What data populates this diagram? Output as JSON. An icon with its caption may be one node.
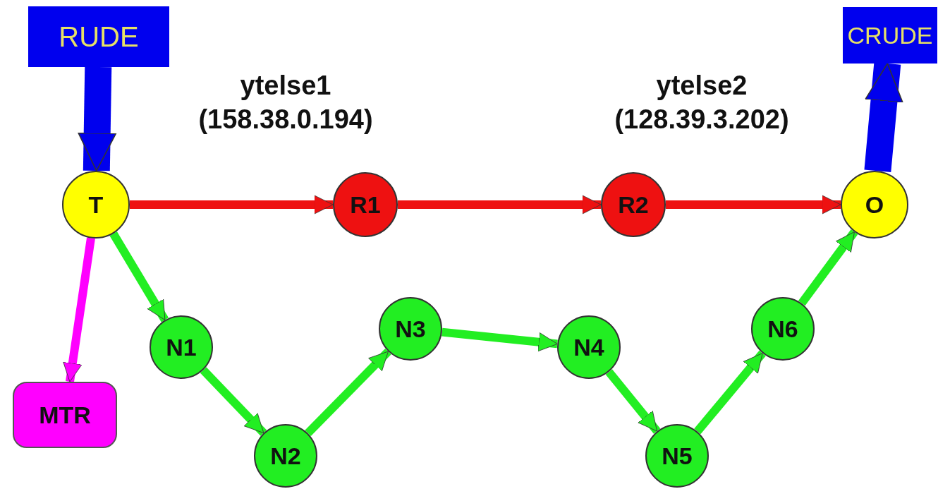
{
  "diagram": {
    "nodes": [
      {
        "text": [
          "RUDE"
        ]
      },
      {
        "text": [
          "CRUDE"
        ]
      },
      {
        "text": [
          "T"
        ]
      },
      {
        "text": [
          "R1"
        ]
      },
      {
        "text": [
          "R2"
        ]
      },
      {
        "text": [
          "O"
        ]
      },
      {
        "text": [
          "MTR"
        ]
      },
      {
        "text": [
          "N1"
        ]
      },
      {
        "text": [
          "N2"
        ]
      },
      {
        "text": [
          "N3"
        ]
      },
      {
        "text": [
          "N4"
        ]
      },
      {
        "text": [
          "N5"
        ]
      },
      {
        "text": [
          "N6"
        ]
      }
    ],
    "edges": [
      {
        "from": 0,
        "to": 2,
        "arrow": "to",
        "style": "thick",
        "color": "#0000ee"
      },
      {
        "from": 5,
        "to": 1,
        "arrow": "to",
        "style": "thick",
        "color": "#0000ee"
      },
      {
        "from": 2,
        "to": 3,
        "arrow": "to",
        "color": "#ee1111"
      },
      {
        "from": 3,
        "to": 4,
        "arrow": "to",
        "color": "#ee1111"
      },
      {
        "from": 4,
        "to": 5,
        "arrow": "to",
        "color": "#ee1111"
      },
      {
        "from": 2,
        "to": 6,
        "arrow": "to",
        "color": "#ff00ff"
      },
      {
        "from": 2,
        "to": 7,
        "arrow": "to"
      },
      {
        "from": 7,
        "to": 8,
        "arrow": "to"
      },
      {
        "from": 8,
        "to": 9,
        "arrow": "to"
      },
      {
        "from": 9,
        "to": 10,
        "arrow": "to"
      },
      {
        "from": 10,
        "to": 11,
        "arrow": "to"
      },
      {
        "from": 11,
        "to": 12,
        "arrow": "to"
      },
      {
        "from": 12,
        "to": 5,
        "arrow": "to"
      }
    ],
    "labels": [
      "ytelse1",
      "(158.38.0.194)",
      "ytelse2",
      "(128.39.3.202)"
    ]
  }
}
